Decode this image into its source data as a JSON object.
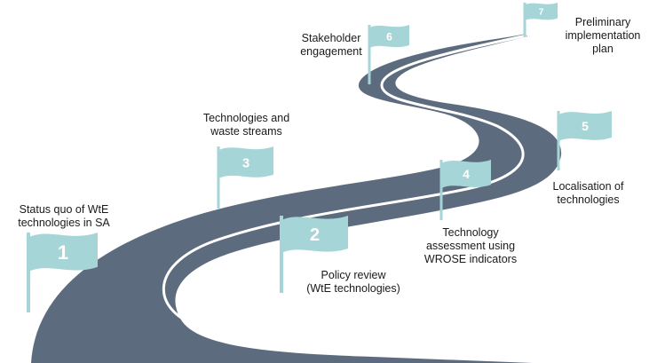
{
  "colors": {
    "road": "#5d6b7e",
    "road_line": "#ffffff",
    "flag": "#a6d5d8",
    "pole": "#a6d5d8",
    "flag_number": "#ffffff",
    "text": "#1a1a1a"
  },
  "milestones": [
    {
      "number": "1",
      "label": "Status quo of WtE\ntechnologies in SA"
    },
    {
      "number": "2",
      "label": "Policy review\n(WtE technologies)"
    },
    {
      "number": "3",
      "label": "Technologies and\nwaste streams"
    },
    {
      "number": "4",
      "label": "Technology\nassessment using\nWROSE indicators"
    },
    {
      "number": "5",
      "label": "Localisation of\ntechnologies"
    },
    {
      "number": "6",
      "label": "Stakeholder\nengagement"
    },
    {
      "number": "7",
      "label": "Preliminary\nimplementation\nplan"
    }
  ]
}
